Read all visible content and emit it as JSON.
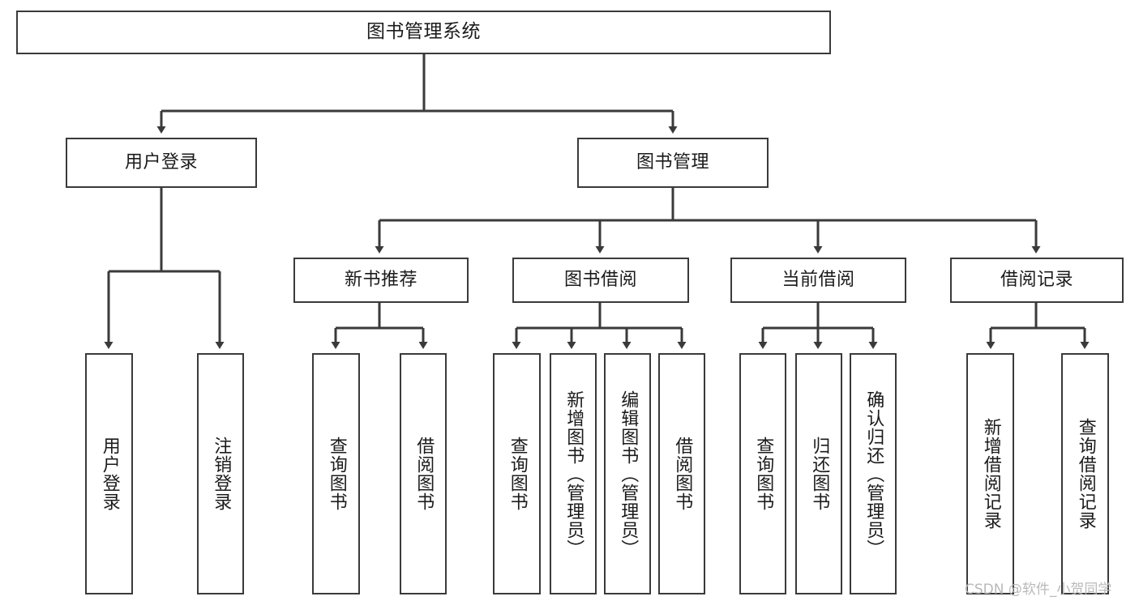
{
  "diagram": {
    "type": "tree-hierarchy-chart",
    "title": "图书管理系统",
    "stroke_color": "#3a3a3a",
    "background_color": "#ffffff",
    "text_color": "#1b1b1b",
    "levels": [
      {
        "level": 1,
        "nodes": [
          {
            "id": "root",
            "label": "图书管理系统",
            "orientation": "horizontal"
          }
        ]
      },
      {
        "level": 2,
        "nodes": [
          {
            "id": "login",
            "label": "用户登录",
            "orientation": "horizontal",
            "parent": "root"
          },
          {
            "id": "bookmgmt",
            "label": "图书管理",
            "orientation": "horizontal",
            "parent": "root"
          }
        ]
      },
      {
        "level": 3,
        "nodes": [
          {
            "id": "newbook",
            "label": "新书推荐",
            "orientation": "horizontal",
            "parent": "bookmgmt"
          },
          {
            "id": "borrow",
            "label": "图书借阅",
            "orientation": "horizontal",
            "parent": "bookmgmt"
          },
          {
            "id": "current",
            "label": "当前借阅",
            "orientation": "horizontal",
            "parent": "bookmgmt"
          },
          {
            "id": "records",
            "label": "借阅记录",
            "orientation": "horizontal",
            "parent": "bookmgmt"
          }
        ]
      },
      {
        "level": 4,
        "nodes": [
          {
            "id": "leaf1",
            "label": "用户登录",
            "orientation": "vertical",
            "parent": "login"
          },
          {
            "id": "leaf2",
            "label": "注销登录",
            "orientation": "vertical",
            "parent": "login"
          },
          {
            "id": "leaf3",
            "label": "查询图书",
            "orientation": "vertical",
            "parent": "newbook"
          },
          {
            "id": "leaf4",
            "label": "借阅图书",
            "orientation": "vertical",
            "parent": "newbook"
          },
          {
            "id": "leaf5",
            "label": "查询图书",
            "orientation": "vertical",
            "parent": "borrow"
          },
          {
            "id": "leaf6",
            "label": "新增图书（管理员）",
            "orientation": "vertical",
            "parent": "borrow"
          },
          {
            "id": "leaf7",
            "label": "编辑图书（管理员）",
            "orientation": "vertical",
            "parent": "borrow"
          },
          {
            "id": "leaf8",
            "label": "借阅图书",
            "orientation": "vertical",
            "parent": "borrow"
          },
          {
            "id": "leaf9",
            "label": "查询图书",
            "orientation": "vertical",
            "parent": "current"
          },
          {
            "id": "leaf10",
            "label": "归还图书",
            "orientation": "vertical",
            "parent": "current"
          },
          {
            "id": "leaf11",
            "label": "确认归还（管理员）",
            "orientation": "vertical",
            "parent": "current"
          },
          {
            "id": "leaf12",
            "label": "新增借阅记录",
            "orientation": "vertical",
            "parent": "records"
          },
          {
            "id": "leaf13",
            "label": "查询借阅记录",
            "orientation": "vertical",
            "parent": "records"
          }
        ]
      }
    ]
  },
  "watermark": {
    "text": "CSDN @软件_小贺同学"
  }
}
